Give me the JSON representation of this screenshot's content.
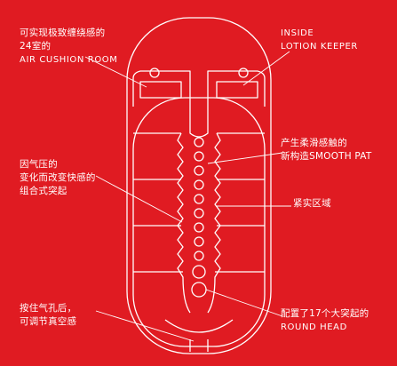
{
  "colors": {
    "background": "#e01b22",
    "line": "#ffffff"
  },
  "labels": {
    "air_cushion": {
      "line1": "可实现极致缠绕感的",
      "line2": "24室的",
      "line3": "AIR CUSHION ROOM"
    },
    "lotion_keeper": {
      "line1": "INSIDE",
      "line2": "LOTION KEEPER"
    },
    "smooth_pat": {
      "line1": "产生柔滑感触的",
      "line2": "新构造SMOOTH PAT"
    },
    "pressure_bumps": {
      "line1": "因气压的",
      "line2": "变化而改变快感的",
      "line3": "组合式突起"
    },
    "tight_zone": {
      "line1": "紧实区域"
    },
    "vent_hole": {
      "line1": "按住气孔后，",
      "line2": "可调节真空感"
    },
    "round_head": {
      "line1": "配置了17个大突起的",
      "line2": "ROUND HEAD"
    }
  }
}
